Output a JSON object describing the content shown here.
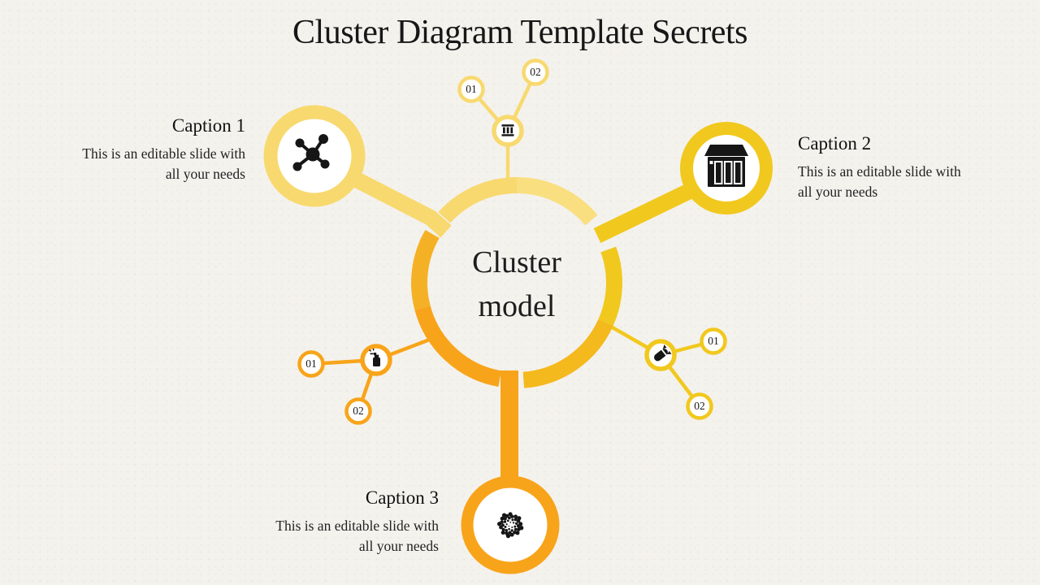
{
  "title": "Cluster Diagram Template Secrets",
  "center_label": {
    "line1": "Cluster",
    "line2": "model"
  },
  "captions": [
    {
      "heading": "Caption 1",
      "body": "This is an editable slide with all your needs"
    },
    {
      "heading": "Caption 2",
      "body": "This is an editable slide with all your needs"
    },
    {
      "heading": "Caption 3",
      "body": "This is an editable slide with all your needs"
    }
  ],
  "satellites": {
    "top": {
      "labels": [
        "01",
        "02"
      ],
      "icon": "bank-building-icon"
    },
    "bottom_left": {
      "labels": [
        "01",
        "02"
      ],
      "icon": "spray-can-icon"
    },
    "right": {
      "labels": [
        "01",
        "02"
      ],
      "icon": "bomb-icon"
    }
  },
  "icons": {
    "caption1": "network-cluster-icon",
    "caption2": "storefront-icon",
    "caption3": "dot-spiral-icon"
  },
  "colors": {
    "bg": "#f4f2ed",
    "ink": "#1a1a1a",
    "pale_yellow": "#f9df80",
    "light_yellow": "#f8d96f",
    "gold": "#f1c81e",
    "amber": "#f4b91d",
    "orange": "#f8a41a",
    "amber_left": "#f5b125"
  }
}
